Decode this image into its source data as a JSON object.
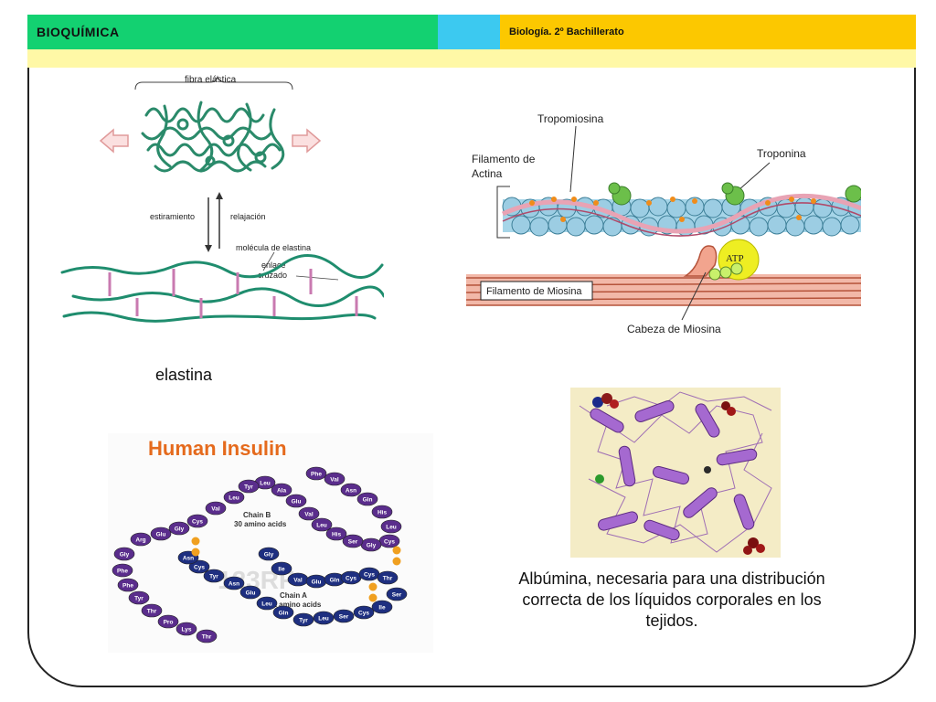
{
  "header": {
    "title": "BIOQUÍMICA",
    "subtitle": "Biología. 2º Bachillerato",
    "colors": {
      "green": "#13d171",
      "cyan": "#3cc9f0",
      "yellow": "#fcc800",
      "sub_bar": "#fff8a6"
    }
  },
  "elastin_figure": {
    "label_fiber": "fibra elástica",
    "label_stretch": "estiramiento",
    "label_relax": "relajación",
    "label_molecule": "molécula de elastina",
    "label_crosslink_1": "enlace",
    "label_crosslink_2": "cruzado",
    "caption": "elastina"
  },
  "muscle_figure": {
    "label_tropomyosin": "Tropomiosina",
    "label_actin_1": "Filamento de",
    "label_actin_2": "Actina",
    "label_troponin": "Troponina",
    "label_atp": "ATP",
    "label_myosin_filament": "Filamento de Miosina",
    "label_myosin_head": "Cabeza de Miosina"
  },
  "insulin_figure": {
    "title": "Human Insulin",
    "chain_b_1": "Chain B",
    "chain_b_2": "30 amino acids",
    "chain_a_1": "Chain A",
    "chain_a_2": "21 amino acids",
    "chain_b_residues": [
      "Phe",
      "Val",
      "Asn",
      "Gln",
      "His",
      "Leu",
      "Cys",
      "Gly",
      "Ser",
      "His",
      "Leu",
      "Val",
      "Glu",
      "Ala",
      "Leu",
      "Tyr",
      "Leu",
      "Val",
      "Cys",
      "Gly",
      "Glu",
      "Arg",
      "Gly",
      "Phe",
      "Phe",
      "Tyr",
      "Thr",
      "Pro",
      "Lys",
      "Thr"
    ],
    "chain_a_residues": [
      "Gly",
      "Ile",
      "Val",
      "Glu",
      "Gln",
      "Cys",
      "Cys",
      "Thr",
      "Ser",
      "Ile",
      "Cys",
      "Ser",
      "Leu",
      "Tyr",
      "Gln",
      "Leu",
      "Glu",
      "Asn",
      "Tyr",
      "Cys",
      "Asn"
    ],
    "watermark": "123RF"
  },
  "albumin_figure": {
    "caption": "Albúmina, necesaria para una distribución correcta de los líquidos corporales en los tejidos."
  }
}
